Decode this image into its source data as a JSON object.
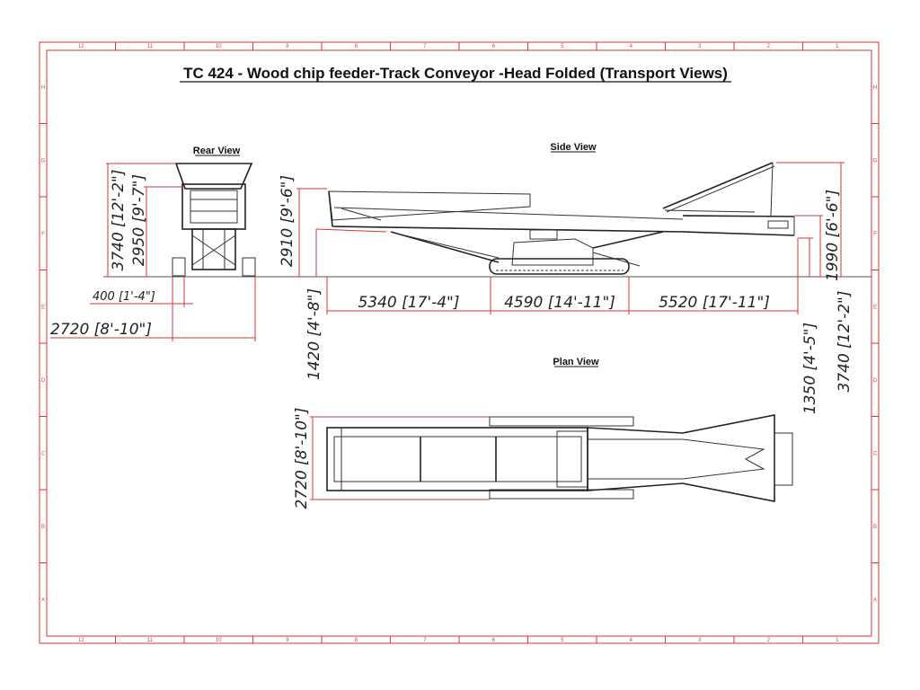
{
  "title": "TC 424 - Wood chip feeder-Track Conveyor -Head Folded (Transport Views)",
  "views": {
    "rear": "Rear View",
    "side": "Side View",
    "plan": "Plan View"
  },
  "border": {
    "columns": [
      "12",
      "11",
      "10",
      "9",
      "8",
      "7",
      "6",
      "5",
      "4",
      "3",
      "2",
      "1"
    ],
    "rows": [
      "H",
      "G",
      "F",
      "E",
      "D",
      "C",
      "B",
      "A"
    ]
  },
  "dimensions": {
    "rear_height_total": "3740 [12'-2\"]",
    "rear_height_hopper": "2950 [9'-7\"]",
    "rear_track_width": "400 [1'-4\"]",
    "rear_overall_width": "2720 [8'-10\"]",
    "side_height_tail": "2910 [9'-6\"]",
    "side_tail_clearance": "1420 [4'-8\"]",
    "side_len_front": "5340 [17'-4\"]",
    "side_len_track": "4590 [14'-11\"]",
    "side_len_rear": "5520 [17'-11\"]",
    "side_head_height": "1990 [6'-6\"]",
    "side_head_clearance": "1350 [4'-5\"]",
    "side_height_total": "3740 [12'-2\"]",
    "plan_width": "2720 [8'-10\"]"
  }
}
